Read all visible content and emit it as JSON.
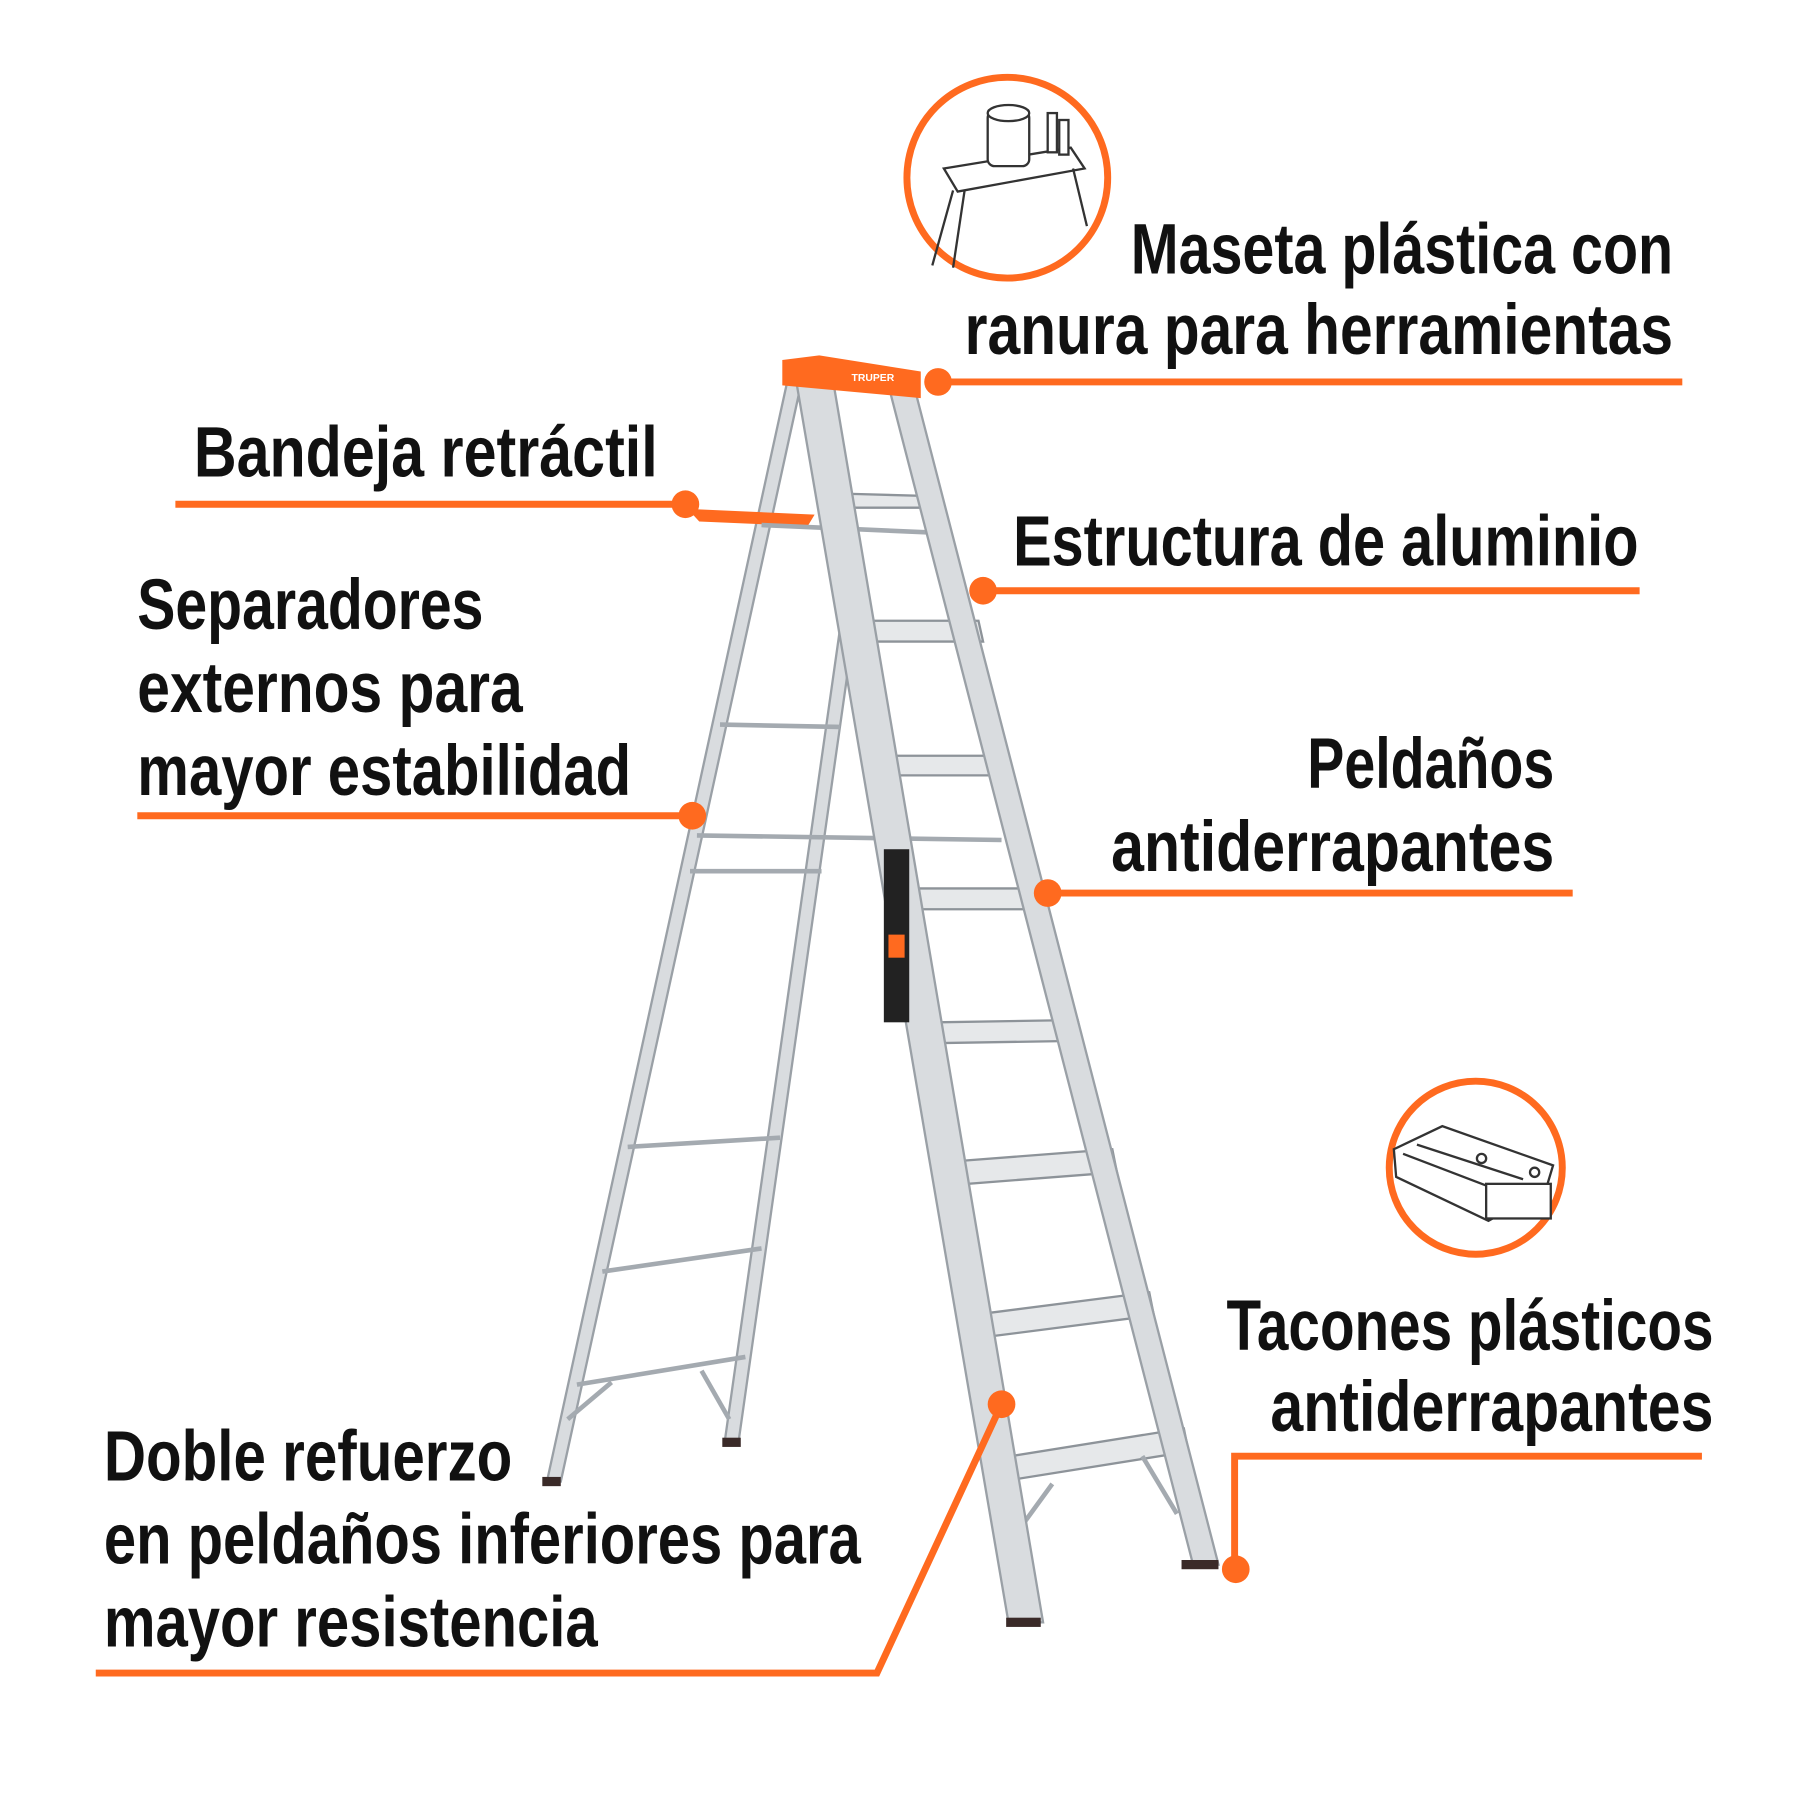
{
  "colors": {
    "accent": "#FF6A1F",
    "text": "#111111",
    "aluminum": "#d9dcdf"
  },
  "labels": {
    "maseta": [
      "Maseta plástica con",
      "ranura para herramientas"
    ],
    "bandeja": [
      "Bandeja retráctil"
    ],
    "estructura": [
      "Estructura de aluminio"
    ],
    "separadores": [
      "Separadores",
      "externos para",
      "mayor estabilidad"
    ],
    "peldanos": [
      "Peldaños",
      "antiderrapantes"
    ],
    "tacones": [
      "Tacones plásticos",
      "antiderrapantes"
    ],
    "refuerzo": [
      "Doble refuerzo",
      "en peldaños inferiores para",
      "mayor resistencia"
    ]
  },
  "product": {
    "brand": "TRUPER"
  },
  "icons": [
    "top-cap-tool-slot-icon",
    "plastic-foot-icon"
  ]
}
